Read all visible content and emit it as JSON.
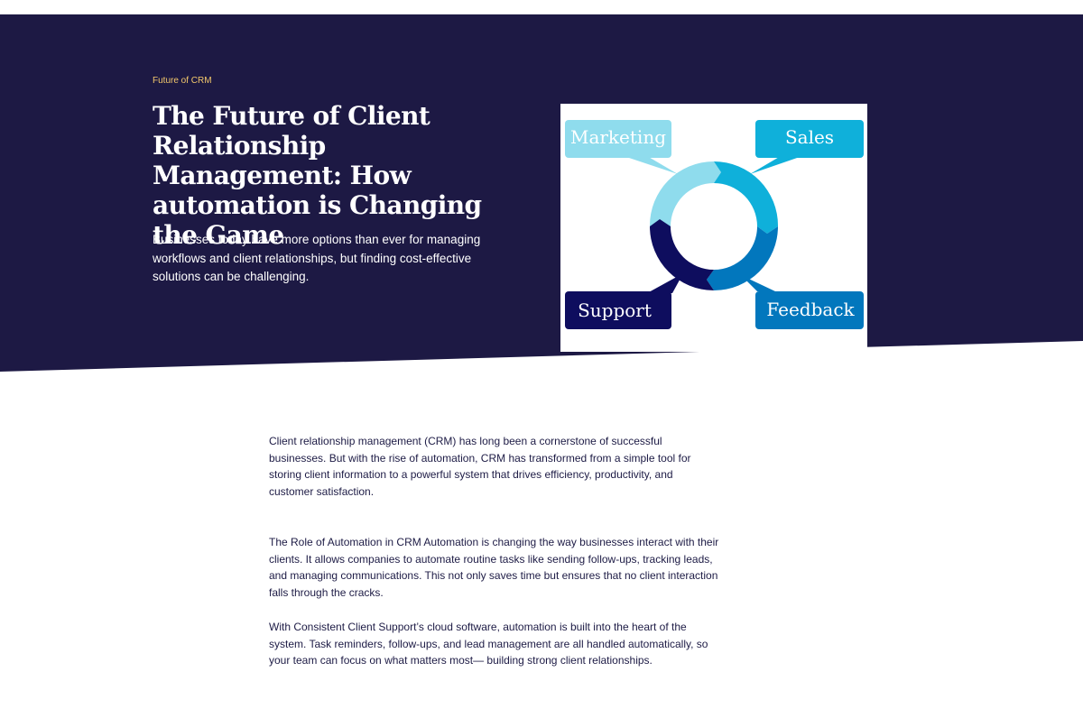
{
  "hero": {
    "eyebrow": "Future of CRM",
    "title": "The Future of Client Relationship Management: How automation is Changing the Game",
    "subtitle": "Businesses today have more options than ever for managing workflows and client relationships, but finding cost-effective solutions can be challenging.",
    "background_color": "#1d1944",
    "eyebrow_color": "#f3c86b"
  },
  "diagram": {
    "labels": {
      "marketing": "Marketing",
      "sales": "Sales",
      "support": "Support",
      "feedback": "Feedback"
    },
    "colors": {
      "marketing": "#8fdced",
      "sales": "#0fb0da",
      "feedback": "#0277bd",
      "support": "#0e0d5e"
    }
  },
  "article": {
    "paragraphs": [
      "Client relationship management (CRM) has long been a cornerstone of successful businesses. But with the rise of automation, CRM has transformed from a simple tool for storing client information to a powerful system that drives efficiency, productivity, and customer satisfaction.",
      "The Role of Automation in CRM Automation is changing the way businesses interact with their clients. It allows companies to automate routine tasks like sending follow-ups, tracking leads, and managing communications. This not only saves time but ensures that no client interaction falls through the cracks.",
      "With Consistent Client Support’s cloud software, automation is built into the heart of the system. Task reminders, follow-ups, and lead management are all handled automatically, so your team can focus on what matters most— building strong client relationships."
    ]
  }
}
